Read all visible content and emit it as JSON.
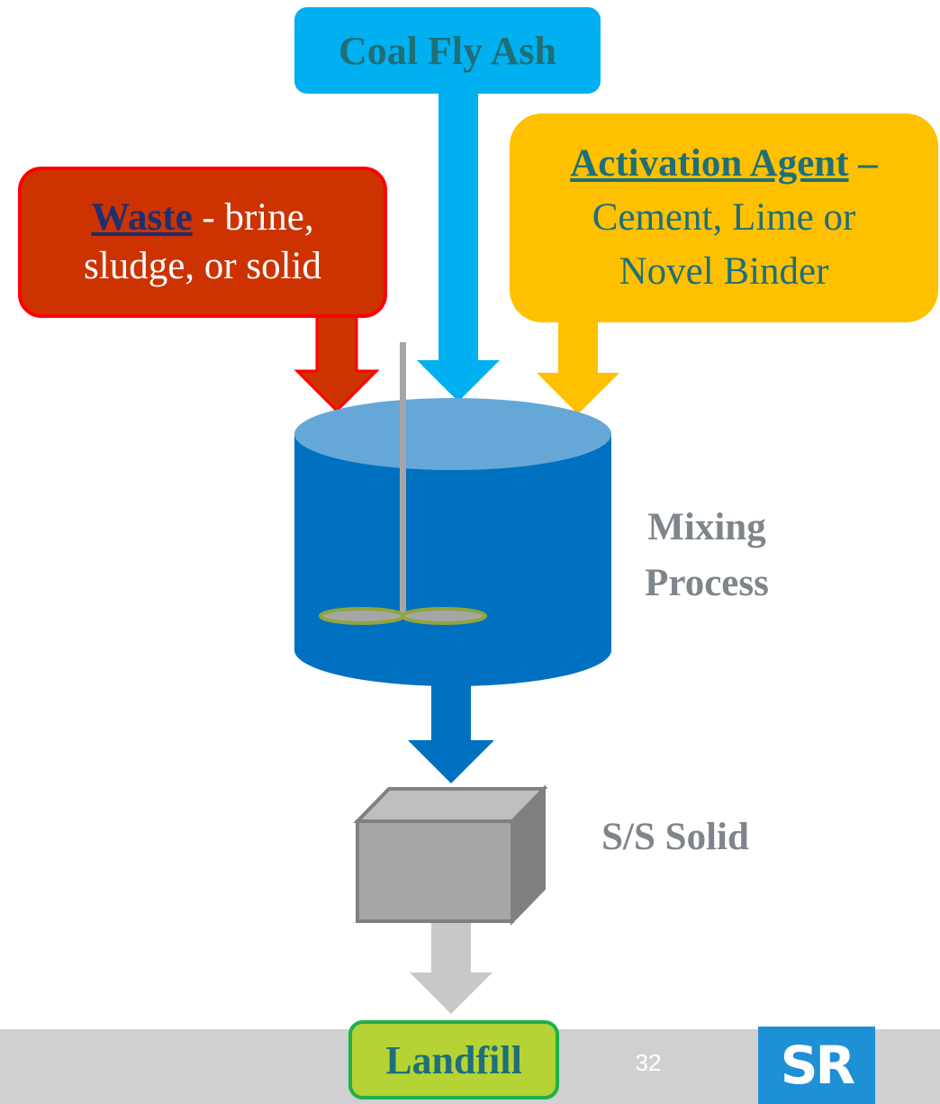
{
  "inputs": {
    "coal_fly_ash": "Coal Fly Ash",
    "waste": {
      "keyword": "Waste",
      "line1_rest": " - brine,",
      "line2": "sludge, or solid"
    },
    "activation_agent": {
      "keyword": "Activation Agent",
      "dash": " –",
      "line2": "Cement, Lime or",
      "line3": "Novel Binder"
    }
  },
  "process": {
    "mixing_line1": "Mixing",
    "mixing_line2": "Process"
  },
  "product": {
    "label": "S/S Solid"
  },
  "destination": {
    "label": "Landfill"
  },
  "footer": {
    "page_number": "32",
    "logo_text": "SR"
  },
  "colors": {
    "coal_fly_ash": "#00b0f0",
    "waste": "#cc3300",
    "activation_agent": "#ffc000",
    "tank": "#0070c0",
    "tank_top": "#65a8d8",
    "solid": "#a6a6a6",
    "landfill": "#b5d334",
    "landfill_arrow": "#c8c8c8"
  }
}
